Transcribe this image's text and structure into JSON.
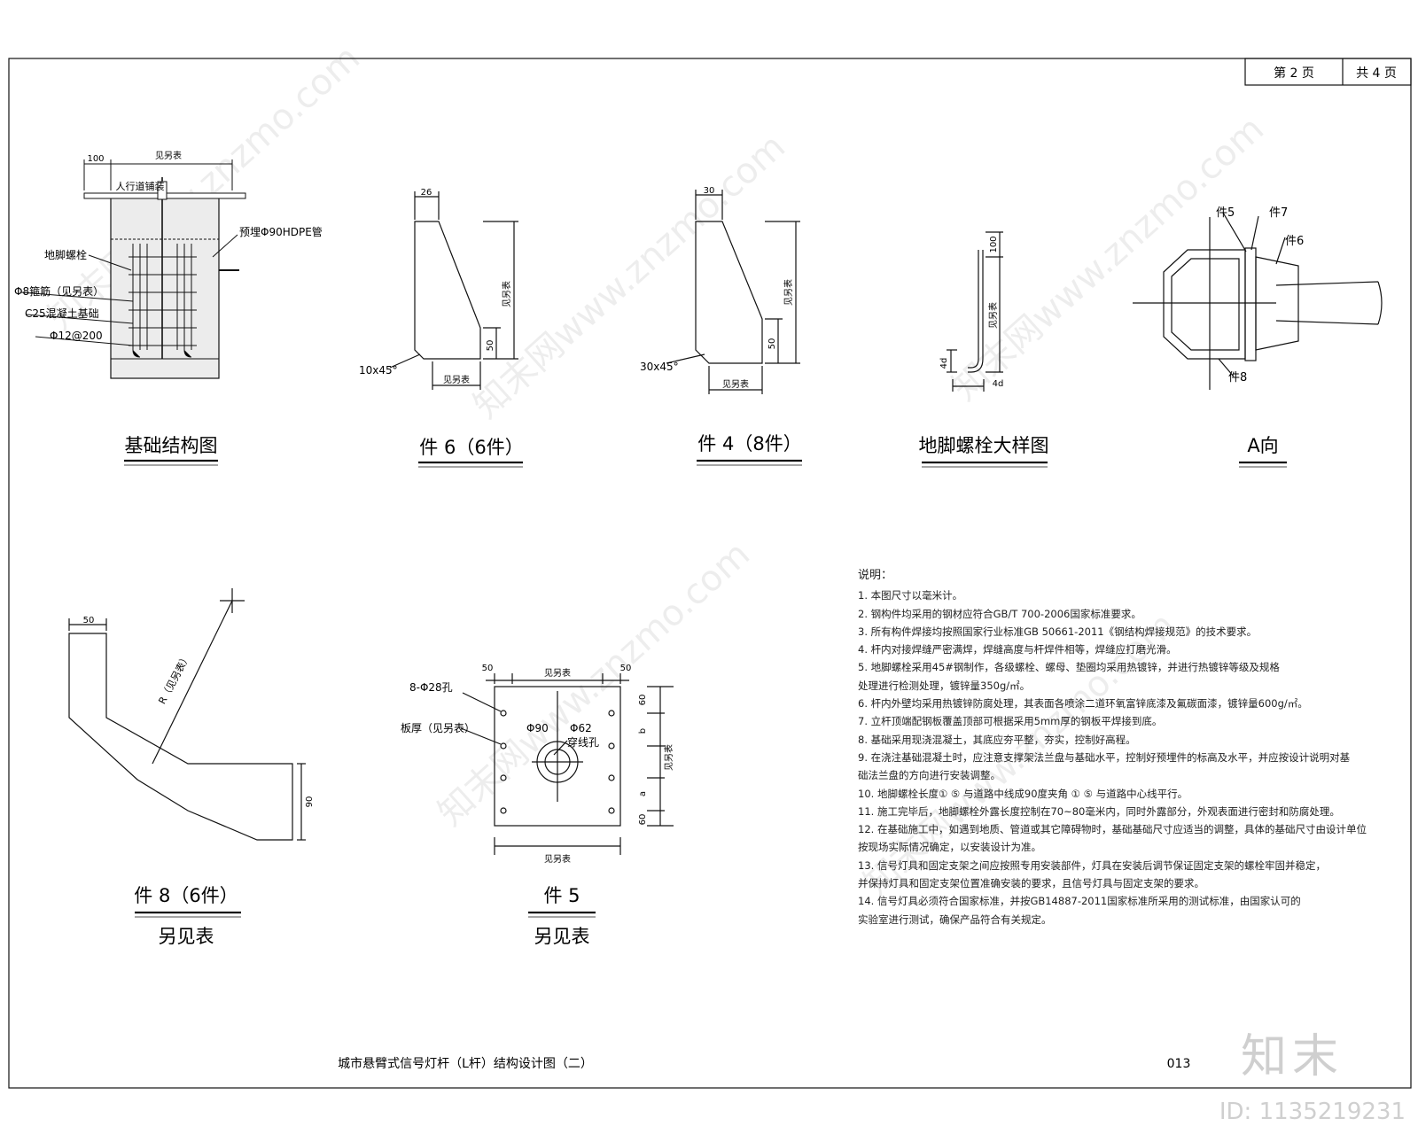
{
  "sheet": {
    "page_no_label": "第 2 页",
    "page_total_label": "共 4 页",
    "drawing_title": "城市悬臂式信号灯杆（L杆）结构设计图（二）",
    "drawing_code": "013"
  },
  "figures": {
    "foundation": {
      "title": "基础结构图",
      "dim_left": "100",
      "dim_top": "见另表",
      "label_sidewalk": "人行道铺装",
      "label_anchor": "地脚螺栓",
      "label_rebar": "Φ8箍筋（见另表）",
      "label_concrete": "C25混凝土基础",
      "label_stirrup": "Φ12@200",
      "label_pipe": "预埋Φ90HDPE管"
    },
    "part6": {
      "title": "件 6（6件）",
      "dim_top": "26",
      "dim_height": "见另表",
      "dim_base_h": "50",
      "dim_base_w": "见另表",
      "chamfer": "10x45°"
    },
    "part4": {
      "title": "件 4（8件）",
      "dim_top": "30",
      "dim_height": "见另表",
      "dim_base_h": "50",
      "dim_base_w": "见另表",
      "chamfer": "30x45°"
    },
    "anchor_bolt": {
      "title": "地脚螺栓大样图",
      "dim_thread": "100",
      "dim_length": "见另表",
      "dim_hook": "4d",
      "dim_bottom": "4d"
    },
    "view_a": {
      "title": "A向",
      "label_p5": "件5",
      "label_p7": "件7",
      "label_p6": "件6",
      "label_p8": "件8"
    },
    "part8": {
      "title": "件 8（6件）",
      "subtitle": "另见表",
      "dim_top": "50",
      "dim_radius": "R（见另表）",
      "dim_right": "90"
    },
    "part5": {
      "title": "件 5",
      "subtitle": "另见表",
      "dim_left": "50",
      "dim_mid": "见另表",
      "dim_right": "50",
      "label_holes": "8-Φ28孔",
      "label_plate": "板厚（见另表）",
      "label_d_outer": "Φ90",
      "label_d_inner": "Φ62",
      "label_cable": "穿线孔",
      "dim_bottom": "见另表",
      "dim_right_total": "见另表",
      "dim_right_top": "60",
      "dim_right_bottom": "60",
      "dim_right_a": "b",
      "dim_right_b": "a"
    }
  },
  "notes": {
    "title": "说明：",
    "lines": [
      "1. 本图尺寸以毫米计。",
      "2. 钢构件均采用的钢材应符合GB/T 700-2006国家标准要求。",
      "3. 所有构件焊接均按照国家行业标准GB 50661-2011《钢结构焊接规范》的技术要求。",
      "4. 杆内对接焊缝严密满焊，焊缝高度与杆焊件相等，焊缝应打磨光滑。",
      "5. 地脚螺栓采用45#钢制作，各级螺栓、螺母、垫圈均采用热镀锌，并进行热镀锌等级及规格",
      "   处理进行检测处理，镀锌量350g/㎡。",
      "6. 杆内外壁均采用热镀锌防腐处理，其表面各喷涂二道环氧富锌底漆及氟碳面漆，镀锌量600g/㎡。",
      "7. 立杆顶端配钢板覆盖顶部可根据采用5mm厚的钢板平焊接到底。",
      "8. 基础采用现浇混凝土，其底应夯平整，夯实，控制好高程。",
      "9. 在浇注基础混凝土时，应注意支撑架法兰盘与基础水平，控制好预埋件的标高及水平，并应按设计说明对基",
      "   础法兰盘的方向进行安装调整。",
      "10. 地脚螺栓长度①   ⑤ 与道路中线成90度夹角 ①   ⑤ 与道路中心线平行。",
      "11. 施工完毕后，地脚螺栓外露长度控制在70~80毫米内，同时外露部分，外观表面进行密封和防腐处理。",
      "12. 在基础施工中，如遇到地质、管道或其它障碍物时，基础基础尺寸应适当的调整，具体的基础尺寸由设计单位",
      "    按现场实际情况确定，以安装设计为准。",
      "13. 信号灯具和固定支架之间应按照专用安装部件，灯具在安装后调节保证固定支架的螺栓牢固并稳定，",
      "    并保持灯具和固定支架位置准确安装的要求，且信号灯具与固定支架的要求。",
      "14. 信号灯具必须符合国家标准，并按GB14887-2011国家标准所采用的测试标准，由国家认可的",
      "    实验室进行测试，确保产品符合有关规定。"
    ]
  },
  "branding": {
    "logo_text": "知末",
    "id_text": "ID: 1135219231",
    "watermark": "知末网www.znzmo.com"
  },
  "colors": {
    "line": "#111111",
    "concrete_fill": "#ececec",
    "watermark": "#e6e6e6"
  }
}
